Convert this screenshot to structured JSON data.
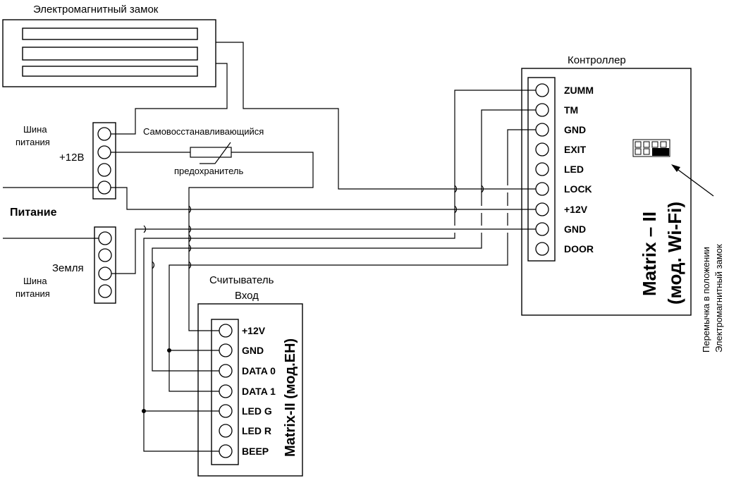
{
  "lock": {
    "title": "Электромагнитный замок"
  },
  "controller": {
    "title": "Контроллер",
    "pins": [
      "ZUMM",
      "TM",
      "GND",
      "EXIT",
      "LED",
      "LOCK",
      "+12V",
      "GND",
      "DOOR"
    ],
    "model_line1": "Matrix – II",
    "model_line2": "(мод. Wi-Fi)"
  },
  "jumper_note": {
    "line1": "Перемычка в положении",
    "line2": "Электромагнитный замок"
  },
  "power": {
    "bus_top_label_1": "Шина",
    "bus_top_label_2": "питания",
    "plus12": "+12В",
    "title": "Питание",
    "ground": "Земля",
    "bus_bottom_label_1": "Шина",
    "bus_bottom_label_2": "питания"
  },
  "fuse": {
    "line1": "Самовосстанавливающийся",
    "line2": "предохранитель"
  },
  "reader": {
    "title_1": "Считыватель",
    "title_2": "Вход",
    "pins": [
      "+12V",
      "GND",
      "DATA 0",
      "DATA 1",
      "LED G",
      "LED R",
      "BEEP"
    ],
    "model": "Matrix-II (мод.EH)"
  }
}
